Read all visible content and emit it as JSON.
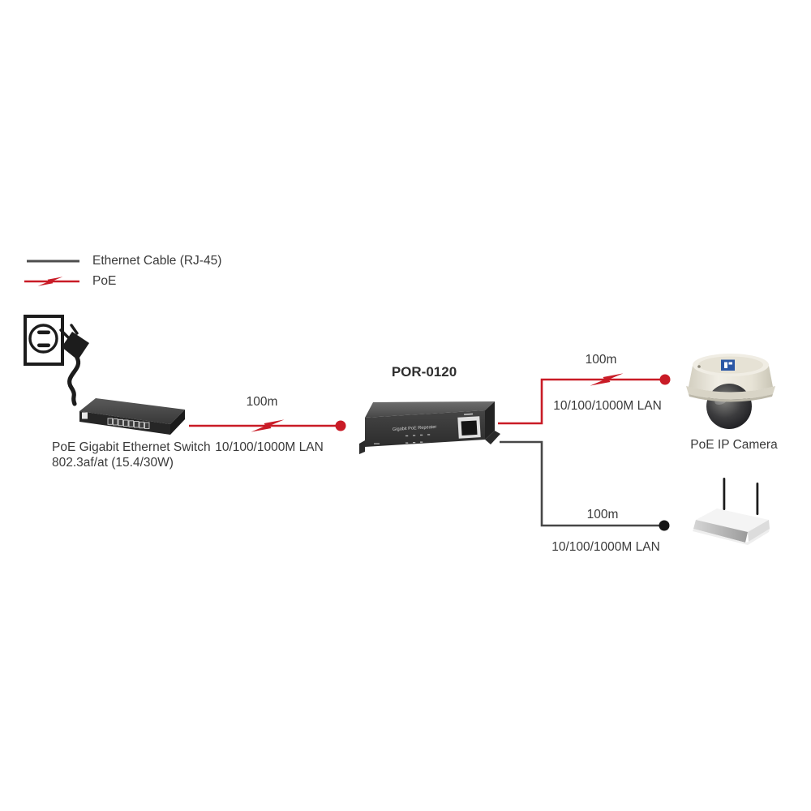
{
  "legend": {
    "ethernet_label": "Ethernet Cable (RJ-45)",
    "poe_label": "PoE"
  },
  "colors": {
    "poe_red": "#c91b26",
    "ethernet_gray": "#4d4d4d",
    "text": "#3a3a3a"
  },
  "devices": {
    "switch": {
      "label_line1": "PoE Gigabit Ethernet Switch",
      "label_line2": "802.3af/at (15.4/30W)"
    },
    "repeater": {
      "title": "POR-0120",
      "front_text": "Gigabit PoE Repeater"
    },
    "camera": {
      "label": "PoE IP Camera"
    },
    "icons": [
      "power-outlet-icon",
      "power-plug-icon",
      "poe-switch-icon",
      "poe-repeater-icon",
      "dome-camera-icon",
      "access-point-icon",
      "lightning-bolt-icon"
    ]
  },
  "links": {
    "switch_to_repeater": {
      "distance": "100m",
      "type": "10/100/1000M LAN",
      "line_style": "poe-red"
    },
    "repeater_to_camera": {
      "distance": "100m",
      "type": "10/100/1000M LAN",
      "line_style": "poe-red"
    },
    "repeater_to_ap": {
      "distance": "100m",
      "type": "10/100/1000M LAN",
      "line_style": "ethernet-gray"
    }
  }
}
